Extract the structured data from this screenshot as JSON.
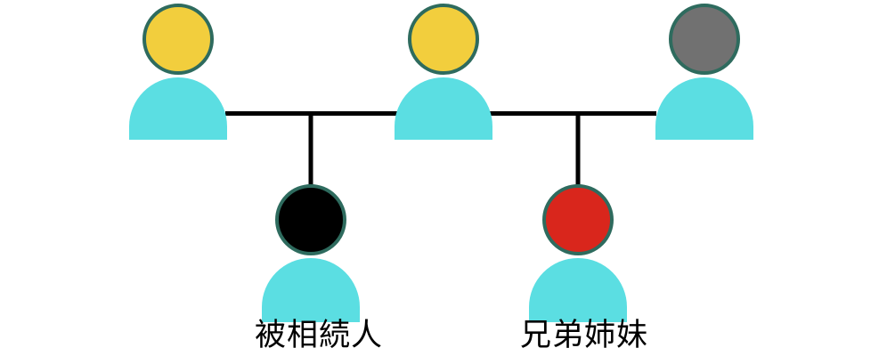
{
  "figure": {
    "type": "family-tree-diagram",
    "background": "#FFFFFF",
    "line_color": "#000000",
    "body_color": "#5BDEE2",
    "head_border_color": "#2E6B5E",
    "persons": [
      {
        "id": "parent-left",
        "row": "top",
        "head_color": "#F2CE3D",
        "label": ""
      },
      {
        "id": "parent-center",
        "row": "top",
        "head_color": "#F2CE3D",
        "label": ""
      },
      {
        "id": "parent-right",
        "row": "top",
        "head_color": "#717171",
        "label": ""
      },
      {
        "id": "decedent",
        "row": "bottom",
        "head_color": "#000000",
        "label": "被相続人"
      },
      {
        "id": "sibling",
        "row": "bottom",
        "head_color": "#D9261C",
        "label": "兄弟姉妹"
      }
    ]
  }
}
